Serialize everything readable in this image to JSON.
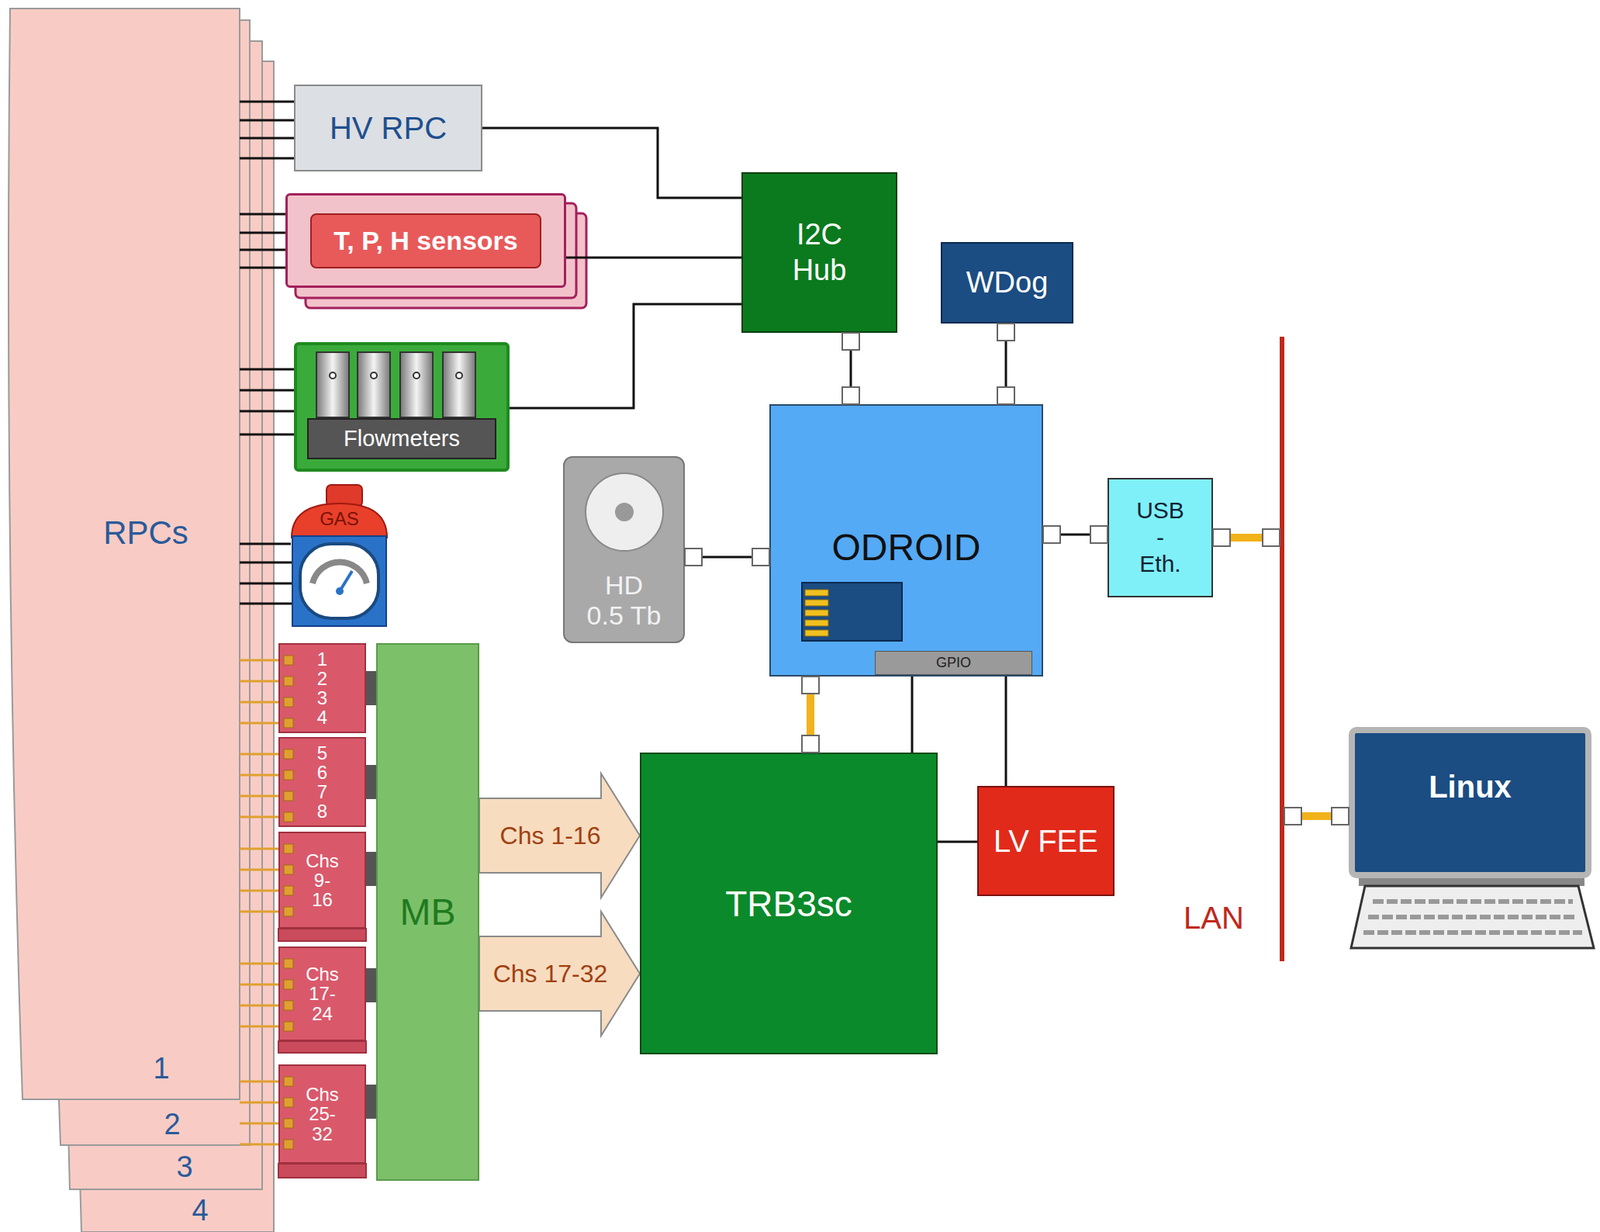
{
  "diagram": {
    "nodes": [
      {
        "text": [
          "RPCs"
        ]
      },
      {
        "text": [
          "HV RPC"
        ]
      },
      {
        "text": [
          "T, P, H sensors"
        ]
      },
      {
        "text": [
          "Flowmeters"
        ]
      },
      {
        "text": [
          "GAS"
        ]
      },
      {
        "text": [
          "1 2 3 4"
        ]
      },
      {
        "text": [
          "5 6 7 8"
        ]
      },
      {
        "text": [
          "Chs 9-16"
        ]
      },
      {
        "text": [
          "Chs 17-24"
        ]
      },
      {
        "text": [
          "Chs 25-32"
        ]
      },
      {
        "text": [
          "MB"
        ]
      },
      {
        "text": [
          "I2C Hub"
        ]
      },
      {
        "text": [
          "WDog"
        ]
      },
      {
        "text": [
          "HD 0.5 Tb"
        ]
      },
      {
        "text": [
          "ODROID"
        ]
      },
      {
        "text": [
          "GPIO"
        ],
        "in": 14
      },
      {
        "text": [
          "USB - Eth."
        ]
      },
      {
        "text": [
          "LAN"
        ]
      },
      {
        "text": [
          "TRB3sc"
        ]
      },
      {
        "text": [
          "LV FEE"
        ]
      },
      {
        "text": [
          "Linux"
        ]
      }
    ],
    "edges": [
      {
        "from": 0,
        "to": 1,
        "arrow": "none"
      },
      {
        "from": 0,
        "to": 2,
        "arrow": "none"
      },
      {
        "from": 0,
        "to": 3,
        "arrow": "none"
      },
      {
        "from": 0,
        "to": 4,
        "arrow": "none"
      },
      {
        "from": 0,
        "to": 5,
        "arrow": "none"
      },
      {
        "from": 0,
        "to": 6,
        "arrow": "none"
      },
      {
        "from": 0,
        "to": 7,
        "arrow": "none"
      },
      {
        "from": 0,
        "to": 8,
        "arrow": "none"
      },
      {
        "from": 0,
        "to": 9,
        "arrow": "none"
      },
      {
        "from": 1,
        "to": 11,
        "arrow": "none"
      },
      {
        "from": 2,
        "to": 11,
        "arrow": "none"
      },
      {
        "from": 3,
        "to": 11,
        "arrow": "none"
      },
      {
        "from": 11,
        "to": 14,
        "arrow": "none"
      },
      {
        "from": 12,
        "to": 14,
        "arrow": "none"
      },
      {
        "from": 13,
        "to": 14,
        "arrow": "none"
      },
      {
        "from": 14,
        "to": 16,
        "arrow": "none"
      },
      {
        "from": 16,
        "to": 17,
        "arrow": "none"
      },
      {
        "from": 17,
        "to": 20,
        "arrow": "none"
      },
      {
        "from": 14,
        "to": 18,
        "arrow": "none"
      },
      {
        "from": 15,
        "to": 18,
        "arrow": "none"
      },
      {
        "from": 15,
        "to": 19,
        "arrow": "none"
      },
      {
        "from": 18,
        "to": 19,
        "arrow": "none"
      },
      {
        "from": 10,
        "to": 18,
        "label": "Chs 1-16",
        "arrow": "to"
      },
      {
        "from": 10,
        "to": 18,
        "label": "Chs 17-32",
        "arrow": "to"
      },
      {
        "from": 5,
        "to": 10,
        "arrow": "none"
      },
      {
        "from": 6,
        "to": 10,
        "arrow": "none"
      },
      {
        "from": 7,
        "to": 10,
        "arrow": "none"
      },
      {
        "from": 8,
        "to": 10,
        "arrow": "none"
      },
      {
        "from": 9,
        "to": 10,
        "arrow": "none"
      }
    ],
    "labels": [
      "1",
      "2",
      "3",
      "4"
    ]
  }
}
